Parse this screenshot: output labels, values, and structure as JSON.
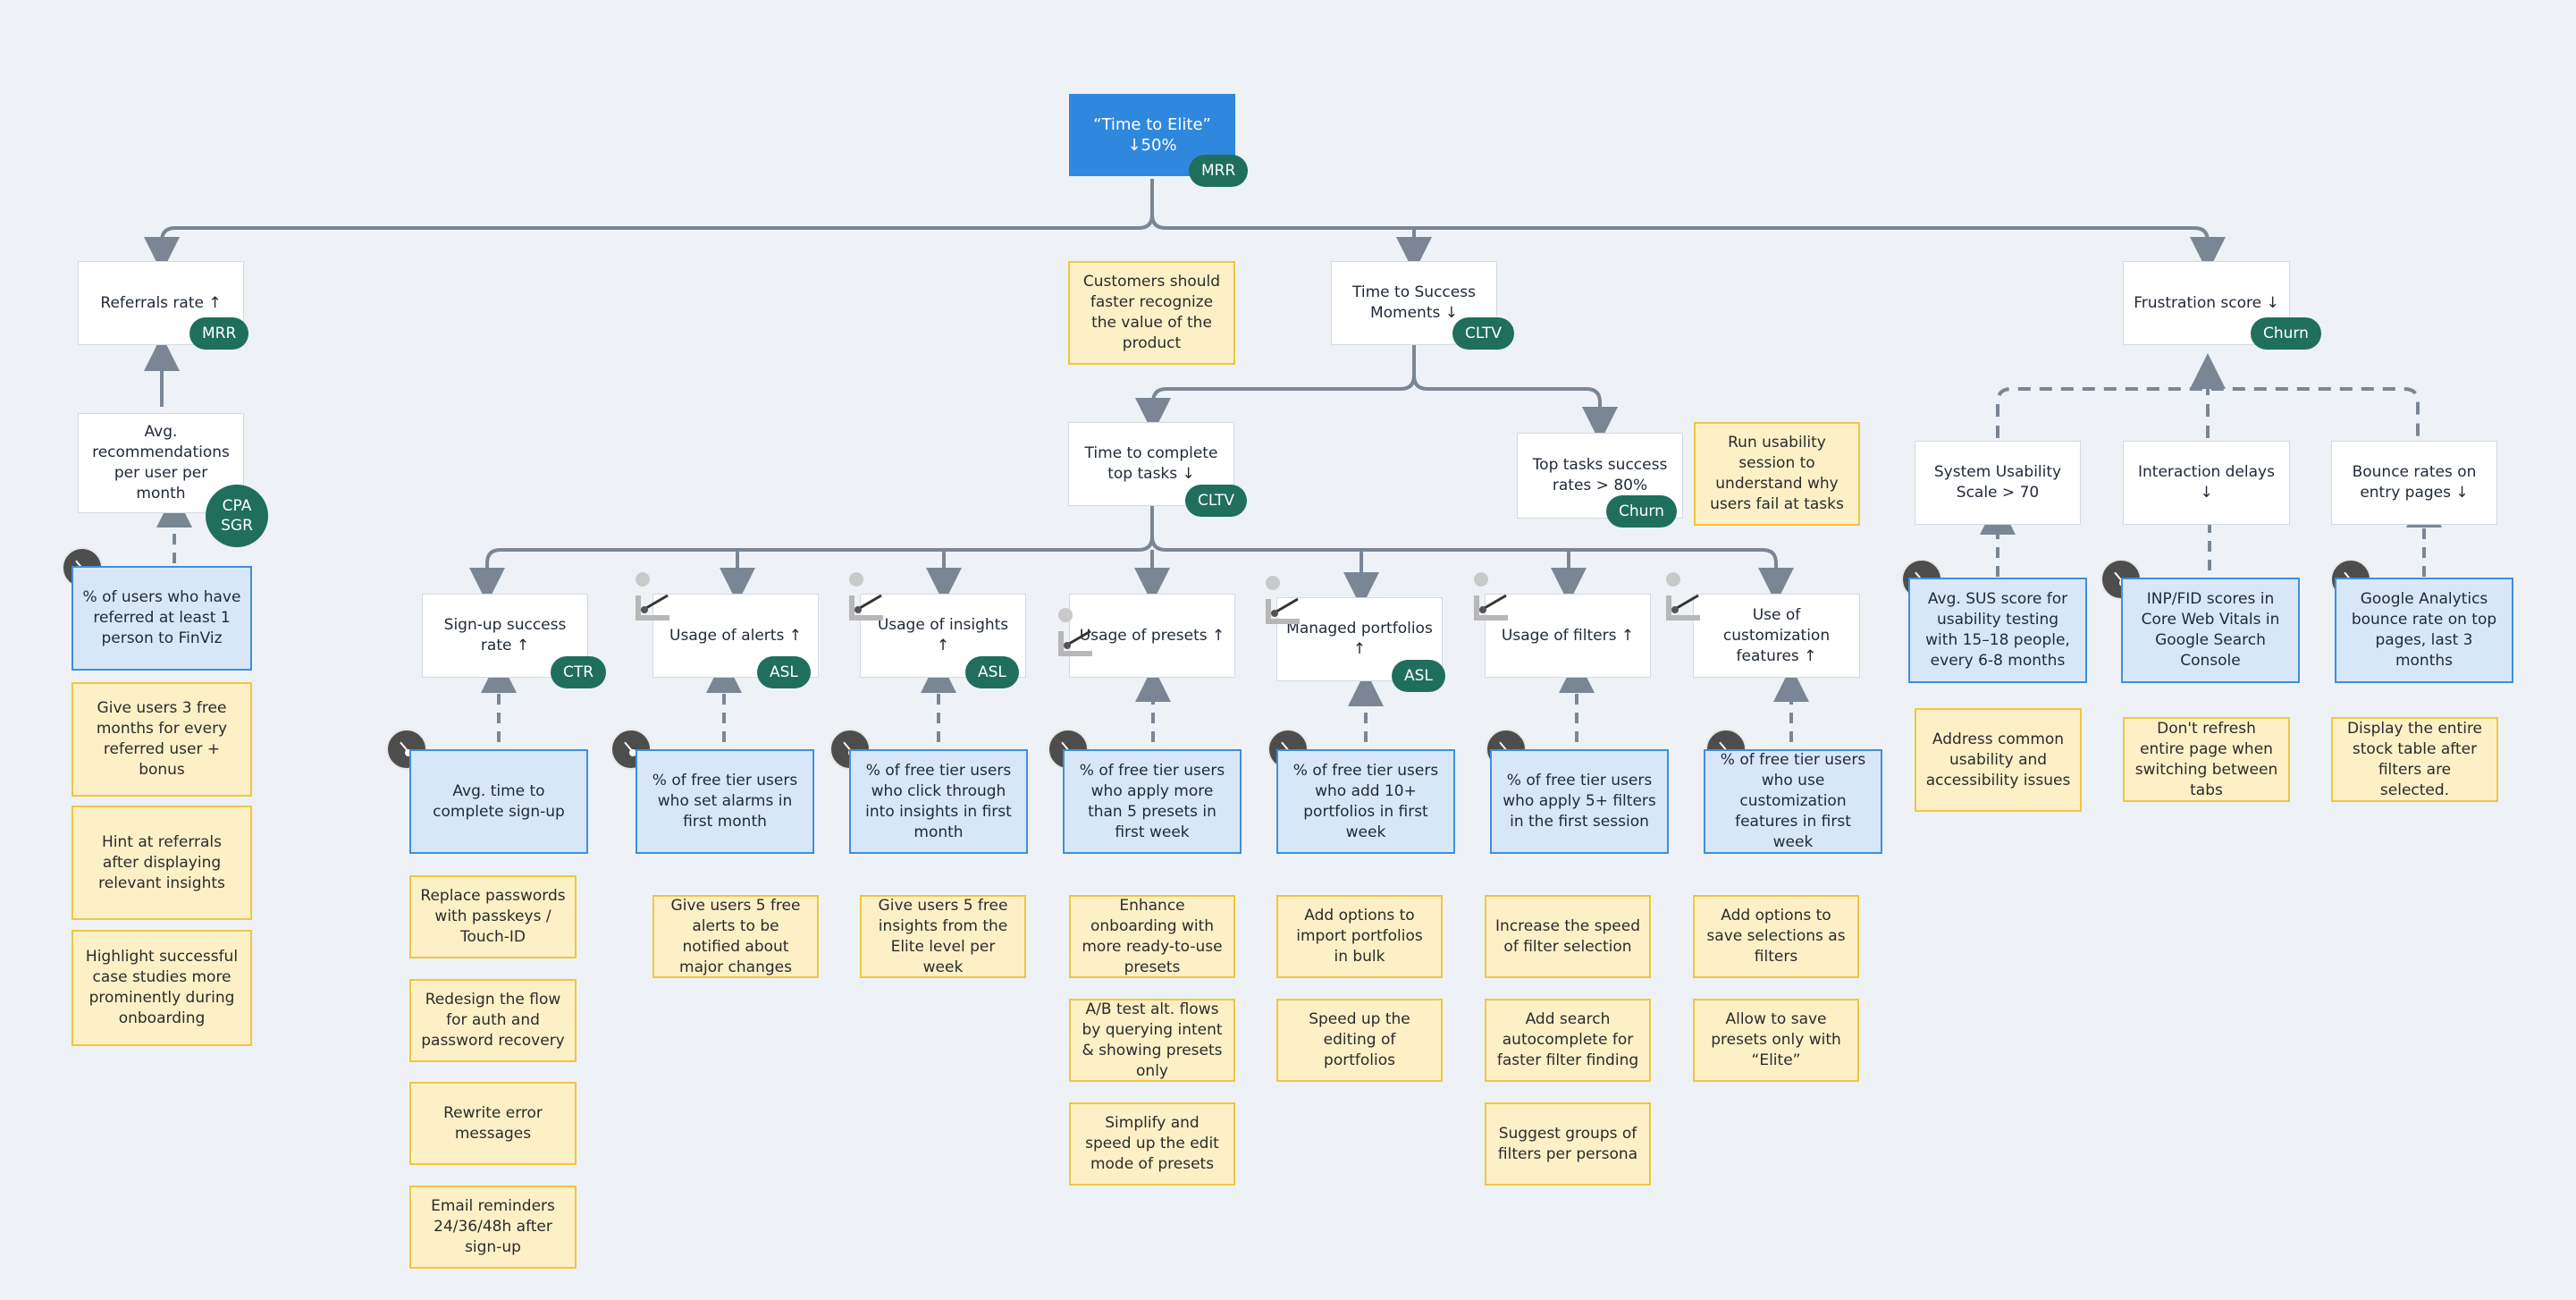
{
  "root": {
    "title": "“Time to Elite” ↓50%",
    "badge": "MRR"
  },
  "level1": {
    "referrals": {
      "title": "Referrals rate ↑",
      "badge": "MRR"
    },
    "success": {
      "title": "Time to Success Moments ↓",
      "badge": "CLTV"
    },
    "success_note": "Customers should faster recognize the value of the product",
    "frustration": {
      "title": "Frustration score ↓",
      "badge": "Churn"
    }
  },
  "referral_branch": {
    "avg": {
      "title": "Avg. recommendations per user per month",
      "badge": "CPA SGR"
    },
    "metric": "% of users who have referred at least 1 person to FinViz",
    "ideas": [
      "Give users 3 free months for every referred user + bonus",
      "Hint at referrals after displaying relevant insights",
      "Highlight successful case studies more prominently during onboarding"
    ]
  },
  "success_branch": {
    "top_tasks": {
      "title": "Time to complete top tasks ↓",
      "badge": "CLTV"
    },
    "top_success": {
      "title": "Top tasks success rates > 80%",
      "badge": "Churn"
    },
    "usability_note": "Run usability session to understand why users fail at tasks"
  },
  "columns": [
    {
      "title": "Sign-up success rate ↑",
      "badge": "CTR",
      "metric": "Avg. time to complete sign-up",
      "ideas": [
        "Replace passwords with passkeys / Touch-ID",
        "Redesign the flow for auth and password recovery",
        "Rewrite error messages",
        "Email reminders 24/36/48h after sign-up"
      ]
    },
    {
      "title": "Usage of alerts ↑",
      "badge": "ASL",
      "metric": "% of free tier users who set alarms in first month",
      "ideas": [
        "Give users 5 free alerts to be notified about major changes"
      ]
    },
    {
      "title": "Usage of insights ↑",
      "badge": "ASL",
      "metric": "% of free tier users who click through into insights in first month",
      "ideas": [
        "Give users 5 free insights from the Elite level per week"
      ]
    },
    {
      "title": "Usage of presets ↑",
      "badge": "",
      "metric": "% of free tier users who apply more than 5 presets in first week",
      "ideas": [
        "Enhance onboarding with more ready-to-use presets",
        "A/B test alt. flows by querying intent & showing presets only",
        "Simplify and speed up the edit mode of presets"
      ]
    },
    {
      "title": "Managed portfolios ↑",
      "badge": "ASL",
      "metric": "% of free tier users who add 10+ portfolios in first week",
      "ideas": [
        "Add options to import portfolios in bulk",
        "Speed up the editing of portfolios"
      ]
    },
    {
      "title": "Usage of filters ↑",
      "badge": "",
      "metric": "% of free tier users who apply 5+ filters in the first session",
      "ideas": [
        "Increase the speed of filter selection",
        "Add search autocomplete for faster filter finding",
        "Suggest groups of filters per persona"
      ]
    },
    {
      "title": "Use of customization features ↑",
      "badge": "",
      "metric": "% of free tier users who use customization features in first week",
      "ideas": [
        "Add options to save selections as filters",
        "Allow to save presets only with “Elite”"
      ]
    }
  ],
  "frustration_branch": [
    {
      "title": "System Usability Scale > 70",
      "metric": "Avg. SUS score for usability testing with 15–18 people, every 6-8 months",
      "idea": "Address common usability and accessibility issues"
    },
    {
      "title": "Interaction delays ↓",
      "metric": "INP/FID scores in Core Web Vitals in Google Search Console",
      "idea": "Don't refresh entire page when switching between tabs"
    },
    {
      "title": "Bounce rates on entry pages ↓",
      "metric": "Google Analytics bounce rate on top pages, last 3 months",
      "idea": "Display the entire stock table after filters are selected."
    }
  ],
  "colors": {
    "background": "#eef2f6",
    "connector": "#7a8694",
    "blue": "#2f88dd",
    "badge": "#1f6f5c",
    "note_fill": "#fdf0c7",
    "note_border": "#f0c640",
    "metric_fill": "#d8e7f8"
  },
  "icons": [
    "gauge-icon",
    "microscope-icon"
  ]
}
